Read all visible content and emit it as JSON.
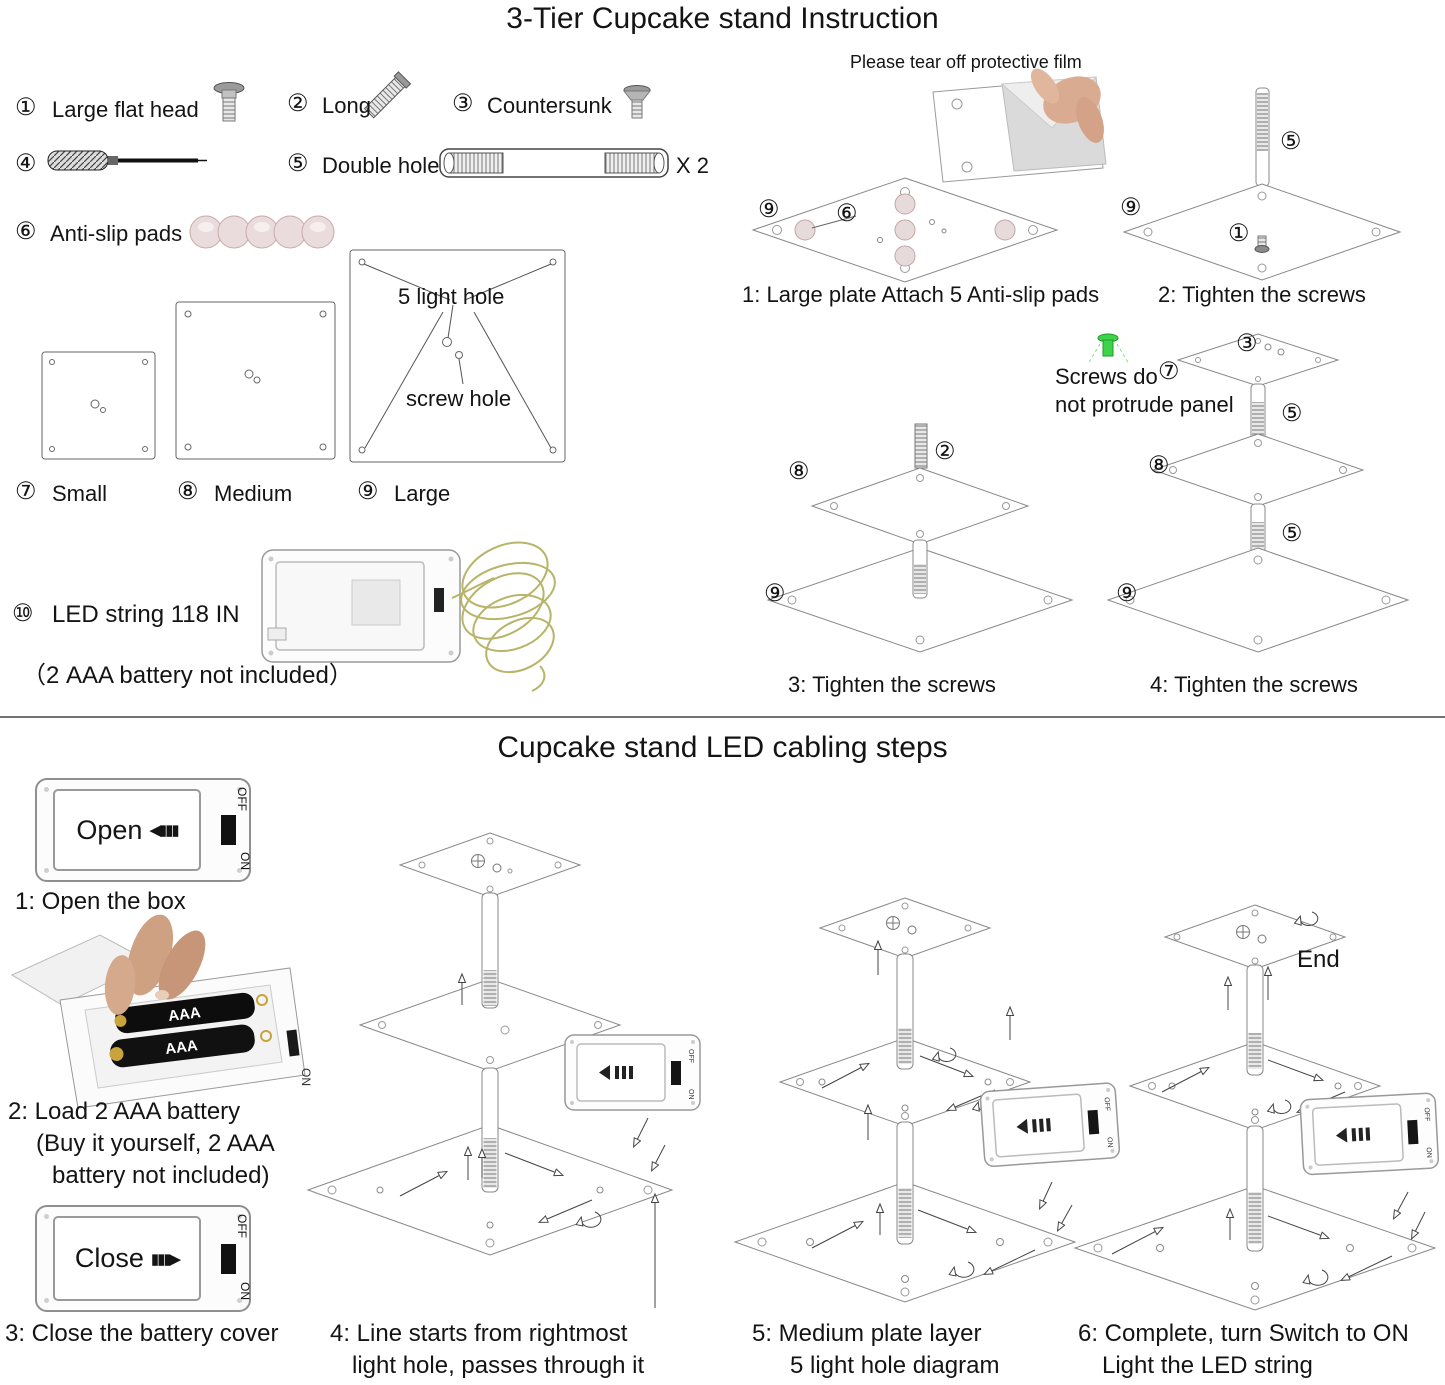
{
  "page": {
    "title_top": "3-Tier Cupcake stand Instruction",
    "title_bottom": "Cupcake stand LED cabling steps"
  },
  "parts": {
    "p1_num": "①",
    "p1_label": "Large flat head",
    "p2_num": "②",
    "p2_label": "Long",
    "p3_num": "③",
    "p3_label": "Countersunk",
    "p4_num": "④",
    "p5_num": "⑤",
    "p5_label": "Double hole",
    "p5_qty": "X 2",
    "p6_num": "⑥",
    "p6_label": "Anti-slip pads",
    "p7_num": "⑦",
    "p7_label": "Small",
    "p8_num": "⑧",
    "p8_label": "Medium",
    "p9_num": "⑨",
    "p9_label": "Large",
    "p10_num": "⑩",
    "p10_label": "LED string 118 IN",
    "p10_note": "（2 AAA battery not included）",
    "light_hole_label": "5 light hole",
    "screw_hole_label": "screw hole"
  },
  "assembly": {
    "film_note": "Please tear off protective film",
    "step1_caption": "1: Large plate Attach 5 Anti-slip pads",
    "step2_caption": "2: Tighten the screws",
    "step3_caption": "3: Tighten the screws",
    "step4_caption": "4: Tighten the screws",
    "screw_note_line1": "Screws do",
    "screw_note_line2": "not protrude panel",
    "s1_n9": "⑨",
    "s1_n6": "⑥",
    "s2_n9": "⑨",
    "s2_n5": "⑤",
    "s2_n1": "①",
    "s3_n8": "⑧",
    "s3_n2": "②",
    "s3_n9": "⑨",
    "s4_n3": "③",
    "s4_n7": "⑦",
    "s4_n5a": "⑤",
    "s4_n8": "⑧",
    "s4_n5b": "⑤",
    "s4_n9": "⑨"
  },
  "cabling": {
    "open_label": "Open",
    "close_label": "Close",
    "open_arrow": "◀▮▮▮",
    "close_arrow": "▮▮▮▶",
    "on": "ON",
    "off": "OFF",
    "aaa": "AAA",
    "step1": "1: Open the box",
    "step2_line1": "2: Load 2 AAA battery",
    "step2_line2": "(Buy it yourself, 2 AAA",
    "step2_line3": "battery not included)",
    "step3": "3: Close the battery cover",
    "step4_line1": "4: Line starts from rightmost",
    "step4_line2": "light hole, passes through it",
    "step5_line1": "5: Medium plate layer",
    "step5_line2": "5 light hole diagram",
    "step6_line1": "6: Complete, turn Switch to ON",
    "step6_line2": "Light the LED string",
    "end_label": "End"
  }
}
